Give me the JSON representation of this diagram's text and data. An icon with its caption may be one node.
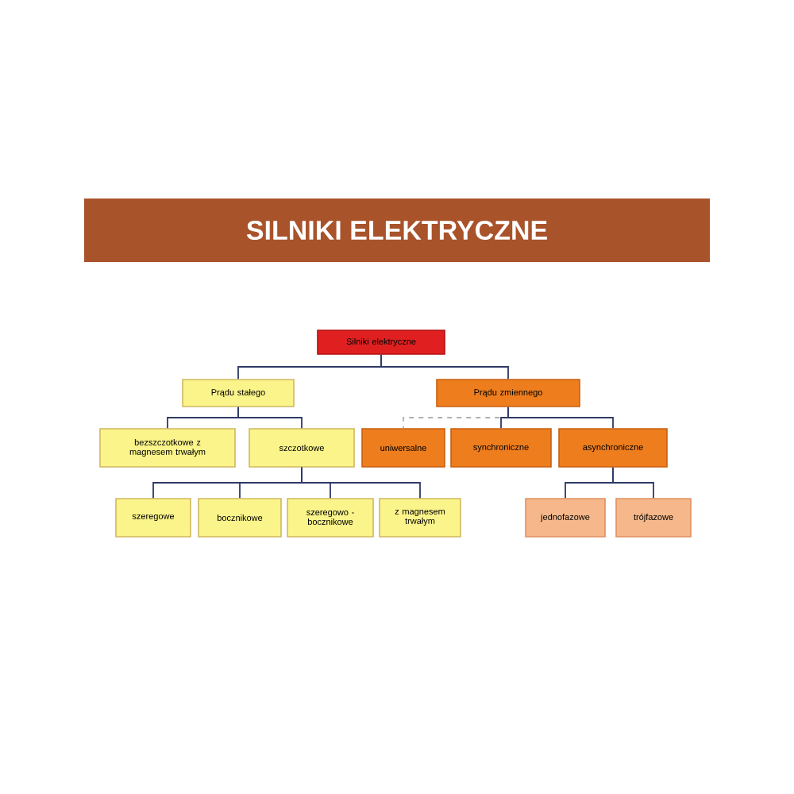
{
  "diagram": {
    "title": "SILNIKI ELEKTRYCZNE",
    "nodes": [
      {
        "text": [
          "Silniki elektryczne"
        ]
      },
      {
        "text": [
          "Prądu stałego"
        ]
      },
      {
        "text": [
          "Prądu zmiennego"
        ]
      },
      {
        "text": [
          "bezszczotkowe z magnesem trwałym"
        ]
      },
      {
        "text": [
          "szczotkowe"
        ]
      },
      {
        "text": [
          "uniwersalne"
        ]
      },
      {
        "text": [
          "synchroniczne"
        ]
      },
      {
        "text": [
          "asynchroniczne"
        ]
      },
      {
        "text": [
          "szeregowe"
        ]
      },
      {
        "text": [
          "bocznikowe"
        ]
      },
      {
        "text": [
          "szeregowo - bocznikowe"
        ]
      },
      {
        "text": [
          "z magnesem trwałym"
        ]
      },
      {
        "text": [
          "jednofazowe"
        ]
      },
      {
        "text": [
          "trójfazowe"
        ]
      }
    ],
    "edges": [
      {
        "from": 0,
        "to": 1,
        "arrow": "none"
      },
      {
        "from": 0,
        "to": 2,
        "arrow": "none"
      },
      {
        "from": 1,
        "to": 3,
        "arrow": "none"
      },
      {
        "from": 1,
        "to": 4,
        "arrow": "none"
      },
      {
        "from": 2,
        "to": 5,
        "arrow": "none",
        "style": "dashed",
        "color": "#b0b0b0"
      },
      {
        "from": 2,
        "to": 6,
        "arrow": "none"
      },
      {
        "from": 2,
        "to": 7,
        "arrow": "none"
      },
      {
        "from": 4,
        "to": 8,
        "arrow": "none"
      },
      {
        "from": 4,
        "to": 9,
        "arrow": "none"
      },
      {
        "from": 4,
        "to": 10,
        "arrow": "none"
      },
      {
        "from": 4,
        "to": 11,
        "arrow": "none"
      },
      {
        "from": 7,
        "to": 12,
        "arrow": "none"
      },
      {
        "from": 7,
        "to": 13,
        "arrow": "none"
      }
    ]
  }
}
